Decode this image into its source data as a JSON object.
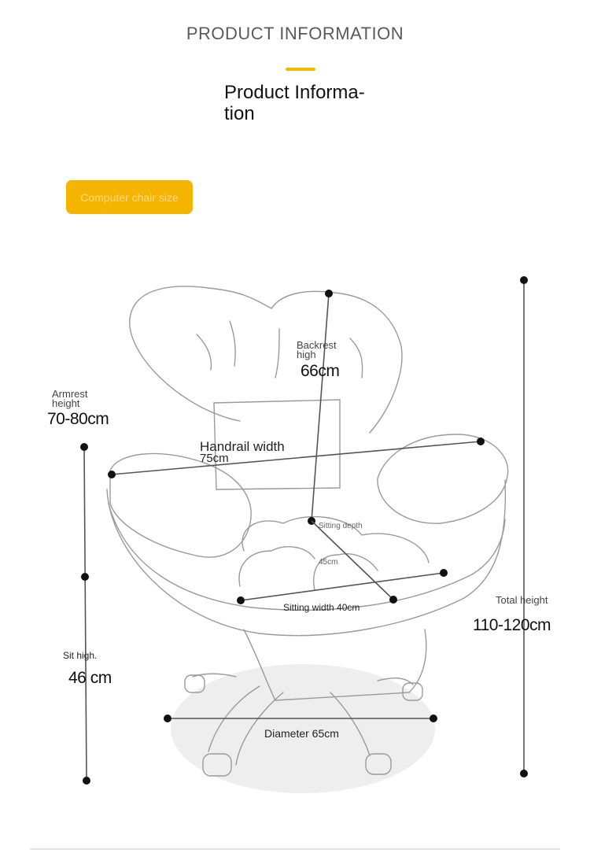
{
  "header": {
    "title": "PRODUCT INFORMATION",
    "subtitle": "Product Informa-tion",
    "accent_color": "#f5b800"
  },
  "badge": {
    "label": "Computer chair size",
    "color": "#f5b400"
  },
  "dimensions": {
    "backrest": {
      "label": "Backrest high",
      "value": "66cm"
    },
    "armrest": {
      "label": "Armrest height",
      "value": "70-80cm"
    },
    "handrail": {
      "label": "Handrail width",
      "value": "75cm"
    },
    "sitting_depth": {
      "label": "Sitting depth",
      "value": "45cm"
    },
    "sitting_width": {
      "label": "Sitting width 40cm"
    },
    "total_height": {
      "label": "Total height",
      "value": "110-120cm"
    },
    "sit_high": {
      "label": "Sit high.",
      "value": "46 cm"
    },
    "diameter": {
      "label": "Diameter 65cm"
    }
  }
}
